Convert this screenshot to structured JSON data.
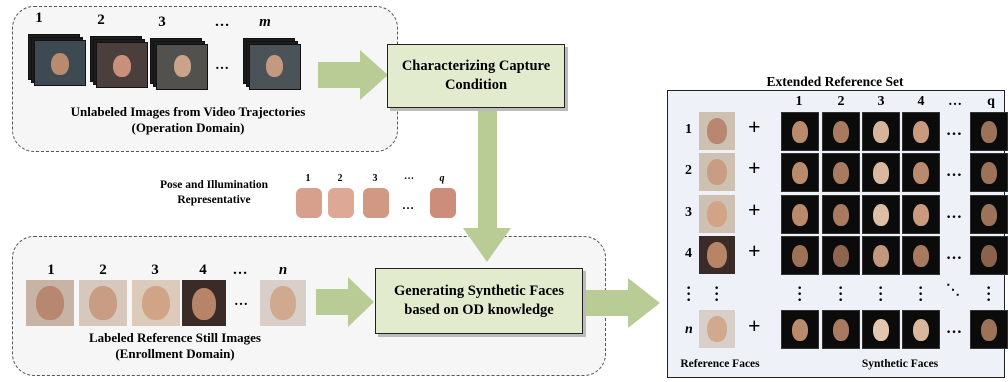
{
  "top_panel": {
    "numbers": [
      "1",
      "2",
      "3",
      "…",
      "m"
    ],
    "caption_line1": "Unlabeled Images from Video Trajectories",
    "caption_line2": "(Operation Domain)"
  },
  "process_top": {
    "line1": "Characterizing Capture",
    "line2": "Condition"
  },
  "pose_label": {
    "line1": "Pose and Illumination",
    "line2": "Representative"
  },
  "pose_numbers": [
    "1",
    "2",
    "3",
    "…",
    "q"
  ],
  "bottom_panel": {
    "numbers": [
      "1",
      "2",
      "3",
      "4",
      "…",
      "n"
    ],
    "caption_line1": "Labeled Reference Still  Images",
    "caption_line2": "(Enrollment Domain)"
  },
  "process_bottom": {
    "line1": "Generating Synthetic Faces",
    "line2": "based on OD knowledge"
  },
  "extended_set": {
    "title": "Extended Reference Set",
    "col_numbers": [
      "1",
      "2",
      "3",
      "4",
      "…",
      "q"
    ],
    "row_numbers": [
      "1",
      "2",
      "3",
      "4",
      "n"
    ],
    "plus": "+",
    "ellipsis": "…",
    "footer_left": "Reference Faces",
    "footer_right": "Synthetic Faces"
  },
  "colors": {
    "arrow": "#b9cc95",
    "process_fill": "#e3ebcf",
    "panel_fill": "#f6f6f6",
    "set_fill": "#eef1f7"
  }
}
